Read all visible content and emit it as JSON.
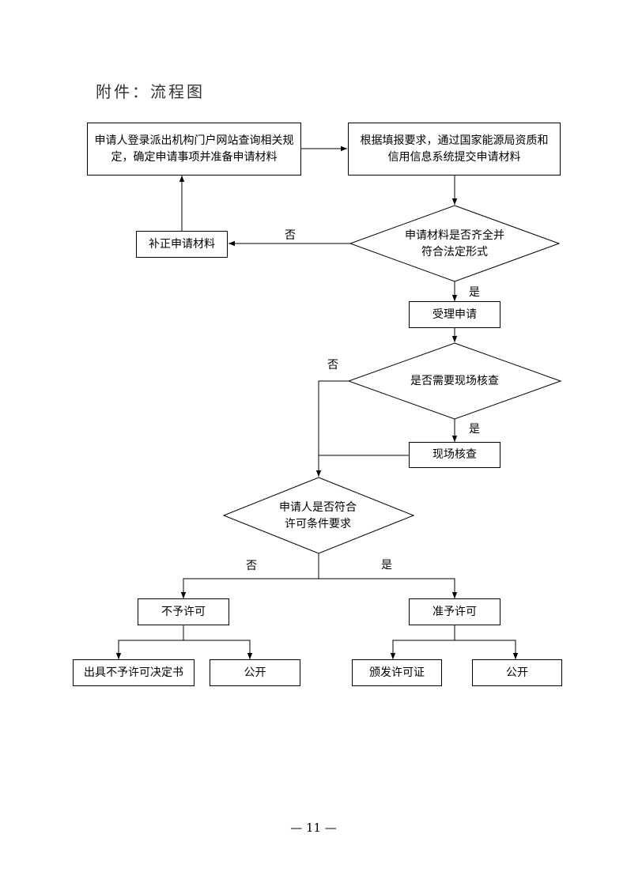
{
  "heading": "附件：流程图",
  "nodes": {
    "login": "申请人登录派出机构门户网站查询相关规定，确定申请事项并准备申请材料",
    "submit": "根据填报要求，通过国家能源局资质和信用信息系统提交申请材料",
    "materials_check": "申请材料是否齐全并符合法定形式",
    "supplement": "补正申请材料",
    "accept": "受理申请",
    "need_inspection": "是否需要现场核查",
    "inspection": "现场核查",
    "meets_conditions": "申请人是否符合许可条件要求",
    "deny": "不予许可",
    "approve": "准予许可",
    "deny_decision": "出具不予许可决定书",
    "publish_left": "公开",
    "issue_license": "颁发许可证",
    "publish_right": "公开"
  },
  "labels": {
    "no_materials": "否",
    "yes_materials": "是",
    "no_inspection": "否",
    "yes_inspection": "是",
    "no_conditions": "否",
    "yes_conditions": "是"
  },
  "page_number": "— 11 —"
}
